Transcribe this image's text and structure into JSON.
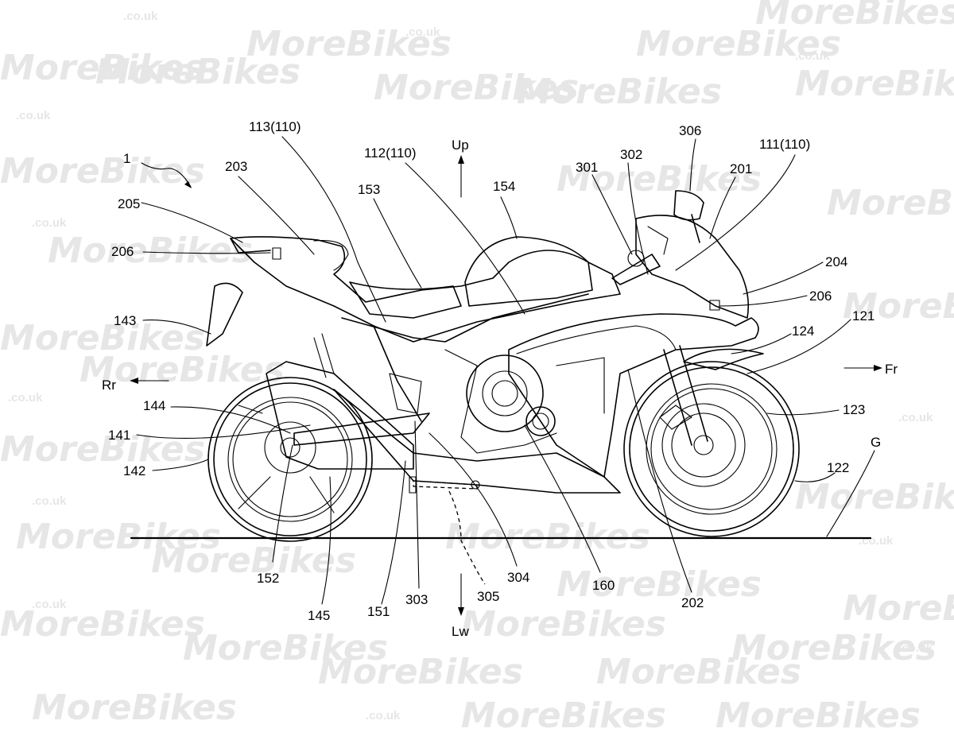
{
  "watermark": {
    "brand": "MoreBikes",
    "domain": ".co.uk"
  },
  "directions": {
    "up": "Up",
    "down": "Lw",
    "rear": "Rr",
    "front": "Fr"
  },
  "labels": {
    "l1": "1",
    "l113": "113(110)",
    "l112": "112(110)",
    "l111": "111(110)",
    "l203": "203",
    "l205": "205",
    "l206a": "206",
    "l206b": "206",
    "l143": "143",
    "l144": "144",
    "l141": "141",
    "l142": "142",
    "l152": "152",
    "l145": "145",
    "l151": "151",
    "l303": "303",
    "l305": "305",
    "l304": "304",
    "l160": "160",
    "l202": "202",
    "l153": "153",
    "l154": "154",
    "l301": "301",
    "l302": "302",
    "l306": "306",
    "l201": "201",
    "l204": "204",
    "l124": "124",
    "l121": "121",
    "l123": "123",
    "lG": "G",
    "l122": "122"
  }
}
